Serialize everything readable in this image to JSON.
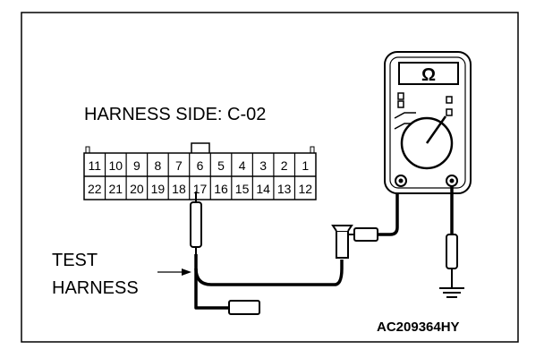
{
  "diagram": {
    "connector_label": "HARNESS SIDE: C-02",
    "test_harness_label": [
      "TEST",
      "HARNESS"
    ],
    "figure_id": "AC209364HY",
    "pins_top": [
      "11",
      "10",
      "9",
      "8",
      "7",
      "6",
      "5",
      "4",
      "3",
      "2",
      "1"
    ],
    "pins_bottom": [
      "22",
      "21",
      "20",
      "19",
      "18",
      "17",
      "16",
      "15",
      "14",
      "13",
      "12"
    ],
    "meter_symbol": "Ω",
    "icons": [
      "ohmmeter-icon",
      "ground-icon",
      "test-probe-icon",
      "alligator-clip-icon"
    ]
  }
}
